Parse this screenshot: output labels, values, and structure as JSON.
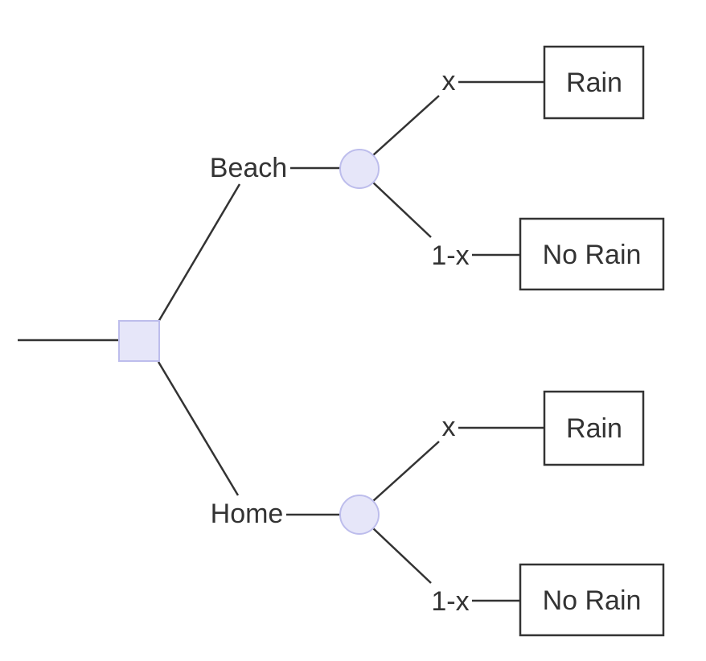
{
  "diagram": {
    "kind": "decision-tree",
    "colors": {
      "background": "#ffffff",
      "edge": "#333333",
      "text": "#333333",
      "terminal_fill": "#ffffff",
      "terminal_border": "#333333",
      "node_fill": "#e6e6f9",
      "node_border": "#bdbdec"
    },
    "root": {
      "shape": "decision-square"
    },
    "branches": [
      {
        "label": "Beach",
        "node_shape": "chance-circle",
        "outcomes": [
          {
            "probability": "x",
            "result": "Rain"
          },
          {
            "probability": "1-x",
            "result": "No Rain"
          }
        ]
      },
      {
        "label": "Home",
        "node_shape": "chance-circle",
        "outcomes": [
          {
            "probability": "x",
            "result": "Rain"
          },
          {
            "probability": "1-x",
            "result": "No Rain"
          }
        ]
      }
    ]
  }
}
